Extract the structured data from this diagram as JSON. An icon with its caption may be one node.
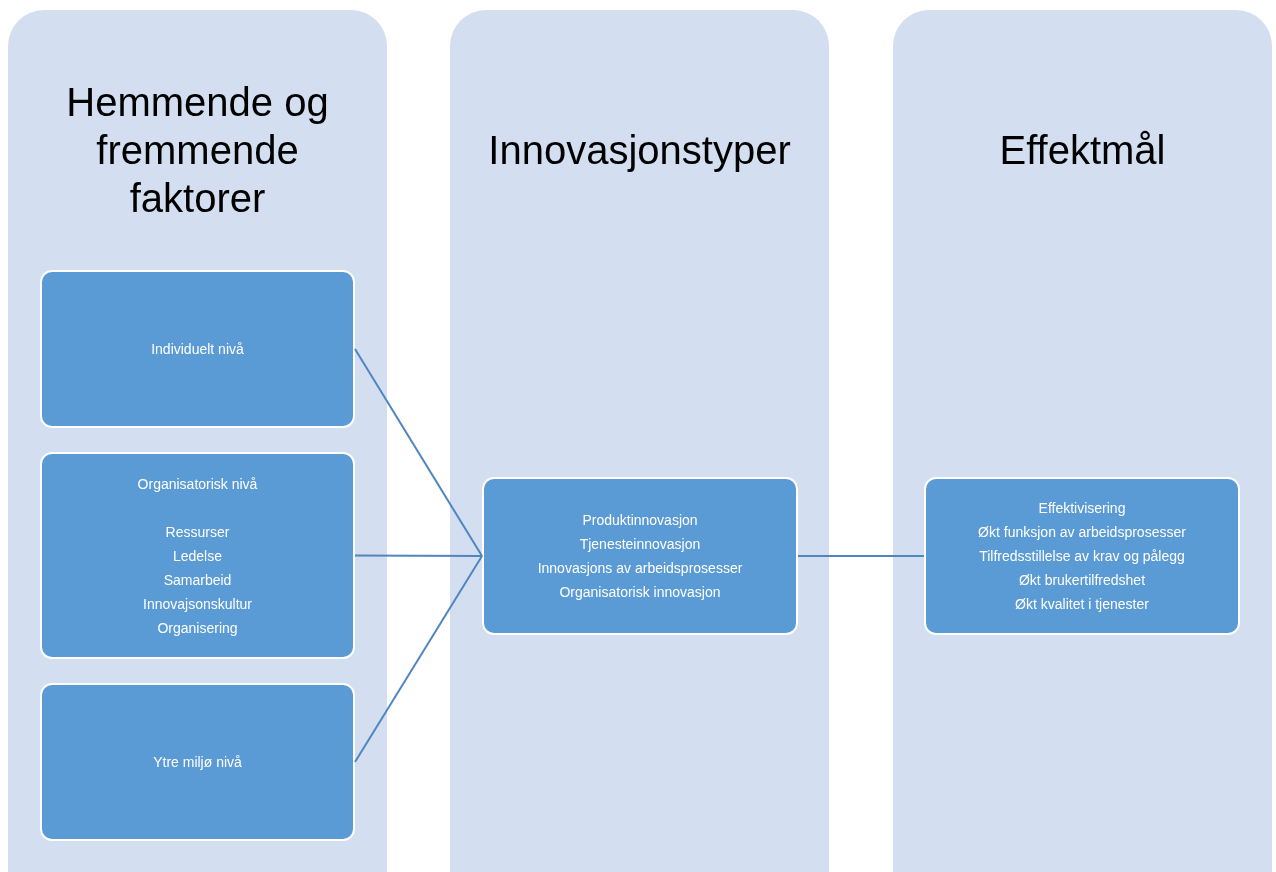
{
  "diagram": {
    "nodes": [
      {
        "text": [
          "Hemmende og fremmende faktorer"
        ]
      },
      {
        "text": [
          "Individuelt nivå"
        ],
        "in": 0
      },
      {
        "text": [
          "Organisatorisk nivå",
          "Ressurser",
          "Ledelse",
          "Samarbeid",
          "Innovajsonskultur",
          "Organisering"
        ],
        "in": 0
      },
      {
        "text": [
          "Ytre miljø nivå"
        ],
        "in": 0
      },
      {
        "text": [
          "Innovasjonstyper"
        ]
      },
      {
        "text": [
          "Produktinnovasjon",
          "Tjenesteinnovasjon",
          "Innovasjons av arbeidsprosesser",
          "Organisatorisk innovasjon"
        ],
        "in": 4
      },
      {
        "text": [
          "Effektmål"
        ]
      },
      {
        "text": [
          "Effektivisering",
          "Økt funksjon av arbeidsprosesser",
          "Tilfredsstillelse av krav og pålegg",
          "Økt brukertilfredshet",
          "Økt kvalitet i tjenester"
        ],
        "in": 6
      }
    ],
    "edges": [
      {
        "from": 1,
        "to": 5,
        "arrow": "none"
      },
      {
        "from": 2,
        "to": 5,
        "arrow": "none"
      },
      {
        "from": 3,
        "to": 5,
        "arrow": "none"
      },
      {
        "from": 5,
        "to": 7,
        "arrow": "none"
      }
    ]
  }
}
